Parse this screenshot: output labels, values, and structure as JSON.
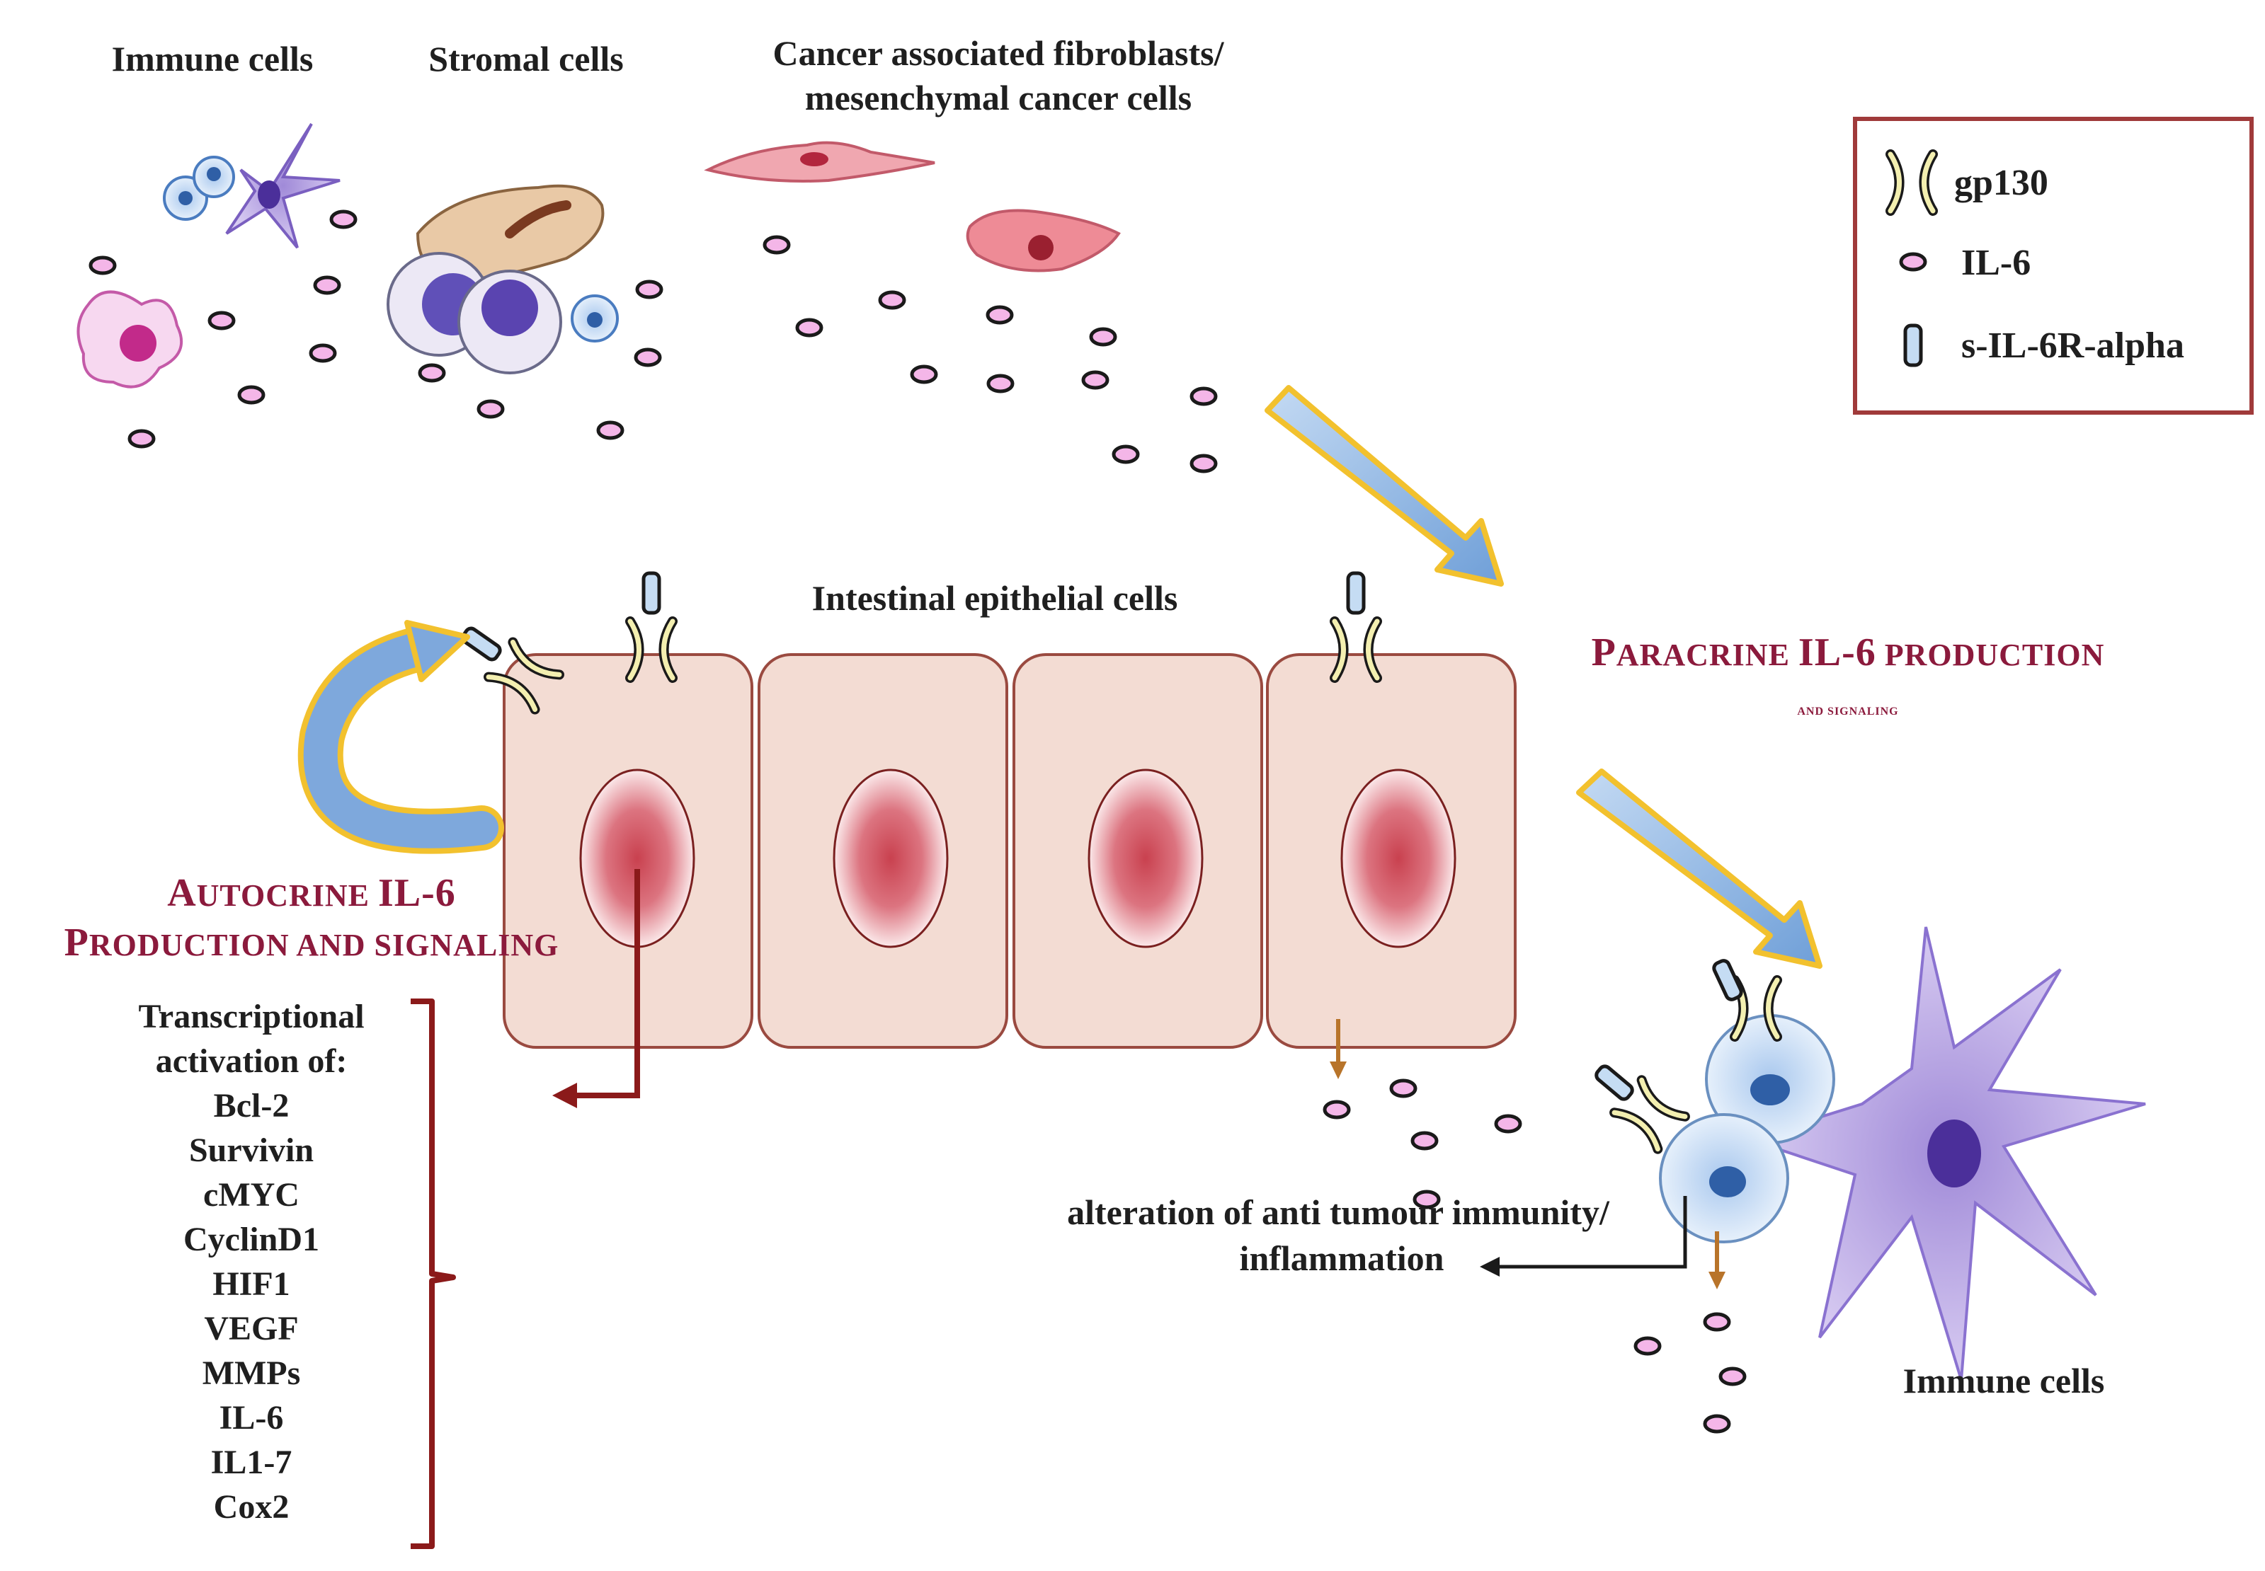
{
  "diagram": {
    "labels": {
      "immune_cells_top": "Immune cells",
      "stromal_cells": "Stromal cells",
      "caf_line1": "Cancer associated fibroblasts/",
      "caf_line2": "mesenchymal cancer cells",
      "epithelial": "Intestinal epithelial cells",
      "immune_cells_bottom": "Immune cells",
      "alteration_line1": "alteration of anti tumour immunity/",
      "alteration_line2": "inflammation"
    },
    "paracrine": {
      "line1_cap1": "P",
      "line1_rest1": "ARACRINE ",
      "line1_cap2": "IL-6",
      "line1_rest2": " PRODUCTION",
      "line2": "AND SIGNALING"
    },
    "autocrine": {
      "line1_cap1": "A",
      "line1_rest1": "UTOCRINE ",
      "line1_cap2": "IL-6",
      "line2_cap": "P",
      "line2_rest": "RODUCTION AND SIGNALING"
    },
    "transcription": {
      "header_line1": "Transcriptional",
      "header_line2": "activation of:",
      "genes": [
        "Bcl-2",
        "Survivin",
        "cMYC",
        "CyclinD1",
        "HIF1",
        "VEGF",
        "MMPs",
        "IL-6",
        "IL1-7",
        "Cox2"
      ]
    },
    "legend": {
      "items": [
        {
          "icon": "gp130-receptor-icon",
          "label": "gp130"
        },
        {
          "icon": "il6-molecule-icon",
          "label": "IL-6"
        },
        {
          "icon": "soluble-receptor-icon",
          "label": "s-IL-6R-alpha"
        }
      ]
    },
    "colors": {
      "heading": "#8b1a3c",
      "bracket": "#8b1a1a",
      "il6_fill": "#f4b6e8",
      "cell_fill": "#f3dcd3",
      "arrow_fill": "#8fb4e0",
      "arrow_border": "#f2c12e"
    }
  }
}
